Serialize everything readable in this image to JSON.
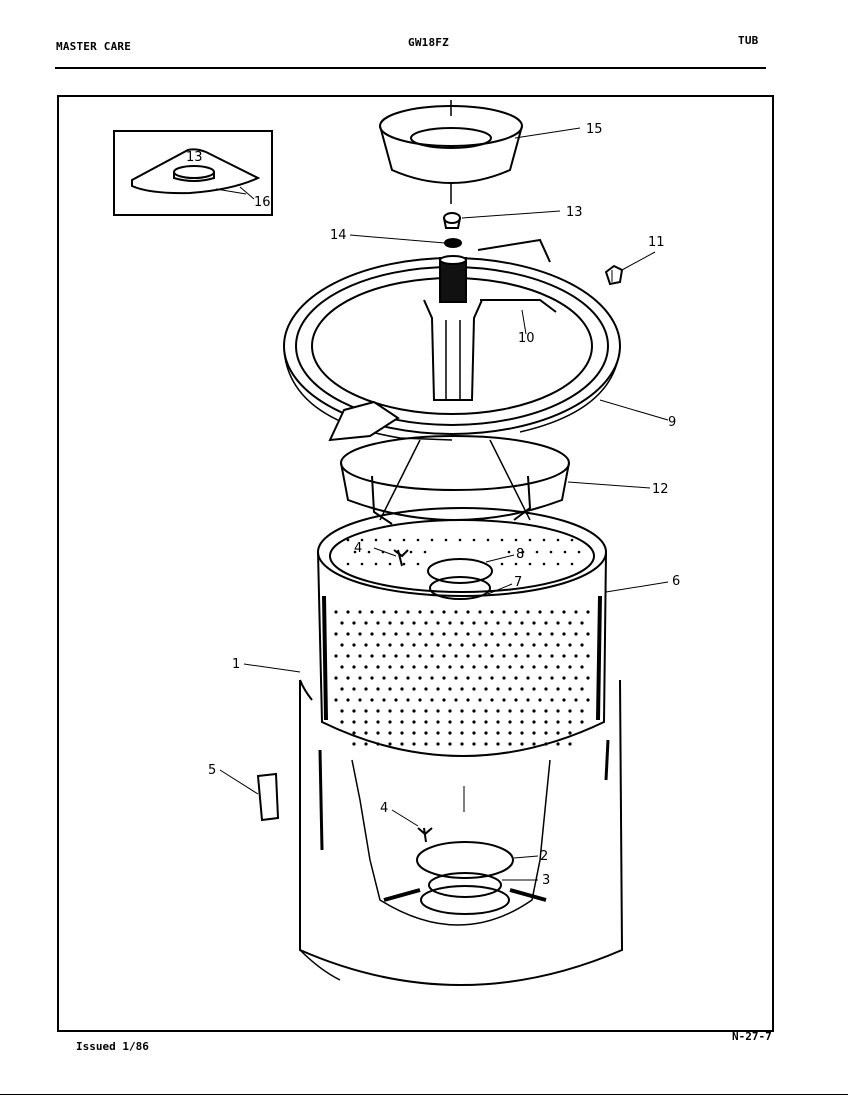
{
  "header": {
    "left": "MASTER CARE",
    "center": "GW18FZ",
    "right": "TUB"
  },
  "footer": {
    "issued": "Issued 1/86",
    "page": "N-27-7"
  },
  "inset": {
    "labels": [
      "13",
      "16"
    ]
  },
  "callouts": [
    "15",
    "13",
    "14",
    "11",
    "10",
    "9",
    "12",
    "4",
    "8",
    "7",
    "6",
    "1",
    "5",
    "4",
    "2",
    "3"
  ]
}
